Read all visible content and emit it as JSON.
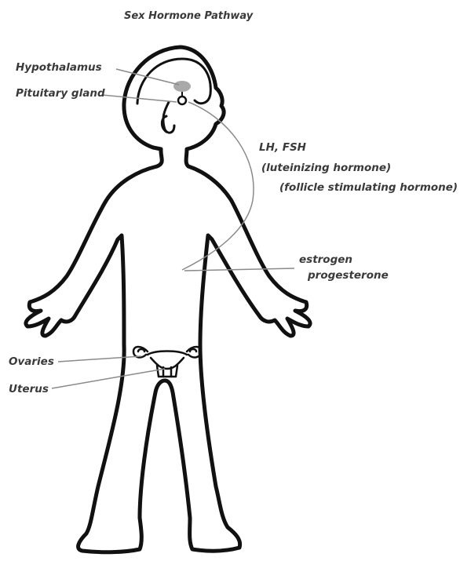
{
  "title": "Sex Hormone Pathway",
  "labels": {
    "hypothalamus": "Hypothalamus",
    "pituitary": "Pituitary gland",
    "lh_fsh": "LH, FSH",
    "luteinizing": "(luteinizing hormone)",
    "follicle": "(follicle stimulating hormone)",
    "estrogen": "estrogen",
    "progesterone": "progesterone",
    "ovaries": "Ovaries",
    "uterus": "Uterus"
  },
  "colors": {
    "outline": "#111111",
    "hypothalamus_fill": "#a9a9a9",
    "leader_line": "#8a8a8a",
    "text": "#3a3a3a"
  }
}
